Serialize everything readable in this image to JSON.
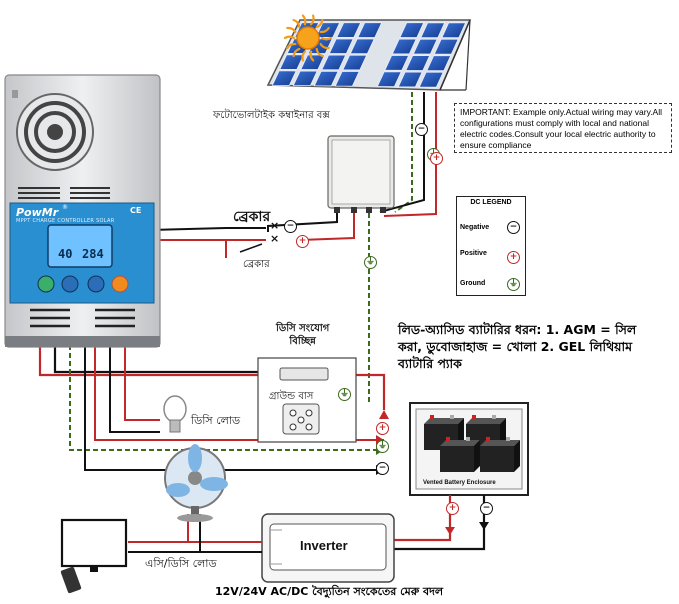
{
  "controller": {
    "brand": "PowMr",
    "brand_mark": "®",
    "ce_mark": "CE",
    "model_text": "MPPT CHARGE CONTROLLER SOLAR",
    "lcd_left": "40",
    "lcd_right": "284"
  },
  "labels": {
    "combiner_box": "ফটোভোলটাইক কম্বাইনার বক্স",
    "breaker_top": "ব্রেকার",
    "breaker_bottom": "ব্রেকার",
    "dc_disconnect": "ডিসি সংযোগ\nবিচ্ছিন্ন",
    "ground_bus": "গ্রাউন্ড বাস",
    "dc_load": "ডিসি লোড",
    "ac_dc_load": "এসি/ডিসি লোড",
    "inverter": "Inverter",
    "battery_enclosure": "Vented Battery Enclosure",
    "battery_note": "লিড-অ্যাসিড ব্যাটারির ধরন: 1. AGM = সিল করা, ডুবোজাহাজ = খোলা 2. GEL লিথিয়াম ব্যাটারি প্যাক",
    "bottom_caption": "12V/24V AC/DC বৈদ্যুতিন সংকেতের মেরু বদল"
  },
  "important_note": "IMPORTANT: Example only.Actual wiring may vary.All configurations must comply with local and national electric codes.Consult your local electric authority to ensure compliance",
  "legend": {
    "title": "DC LEGEND",
    "negative": "Negative",
    "positive": "Positive",
    "ground": "Ground"
  },
  "symbols": {
    "minus": "−",
    "plus": "+",
    "cross": "×"
  },
  "colors": {
    "negative_wire": "#111111",
    "positive_wire": "#c0282a",
    "ground_wire": "#3a6b1f",
    "controller_body": "#d9dadc",
    "controller_face": "#2a8fd0",
    "solar_cell": "#1c4fb0",
    "sun": "#f7a21b"
  }
}
